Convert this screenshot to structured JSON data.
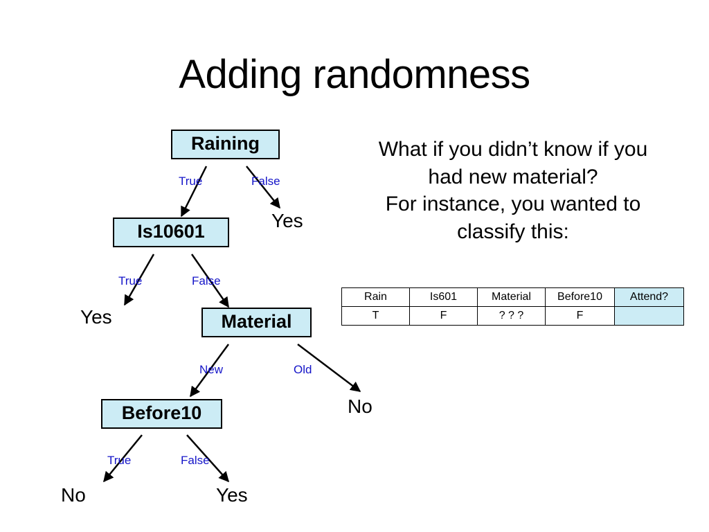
{
  "title": "Adding randomness",
  "tree": {
    "nodes": [
      {
        "label": "Raining"
      },
      {
        "label": "Is10601"
      },
      {
        "label": "Material"
      },
      {
        "label": "Before10"
      }
    ],
    "edge_labels": [
      {
        "label": "True"
      },
      {
        "label": "False"
      },
      {
        "label": "True"
      },
      {
        "label": "False"
      },
      {
        "label": "New"
      },
      {
        "label": "Old"
      },
      {
        "label": "True"
      },
      {
        "label": "False"
      }
    ],
    "leaves": [
      {
        "label": "Yes"
      },
      {
        "label": "Yes"
      },
      {
        "label": "No"
      },
      {
        "label": "No"
      },
      {
        "label": "Yes"
      }
    ]
  },
  "question": {
    "line1": "What if you didn’t know if you",
    "line2": "had new material?",
    "line3": "For instance, you wanted to",
    "line4": "classify this:"
  },
  "table": {
    "headers": [
      "Rain",
      "Is601",
      "Material",
      "Before10",
      "Attend?"
    ],
    "rows": [
      [
        "T",
        "F",
        "? ? ?",
        "F",
        ""
      ]
    ]
  },
  "colors": {
    "node_fill": "#CCECF5",
    "edge_label": "#1414C8",
    "border": "#000000"
  }
}
